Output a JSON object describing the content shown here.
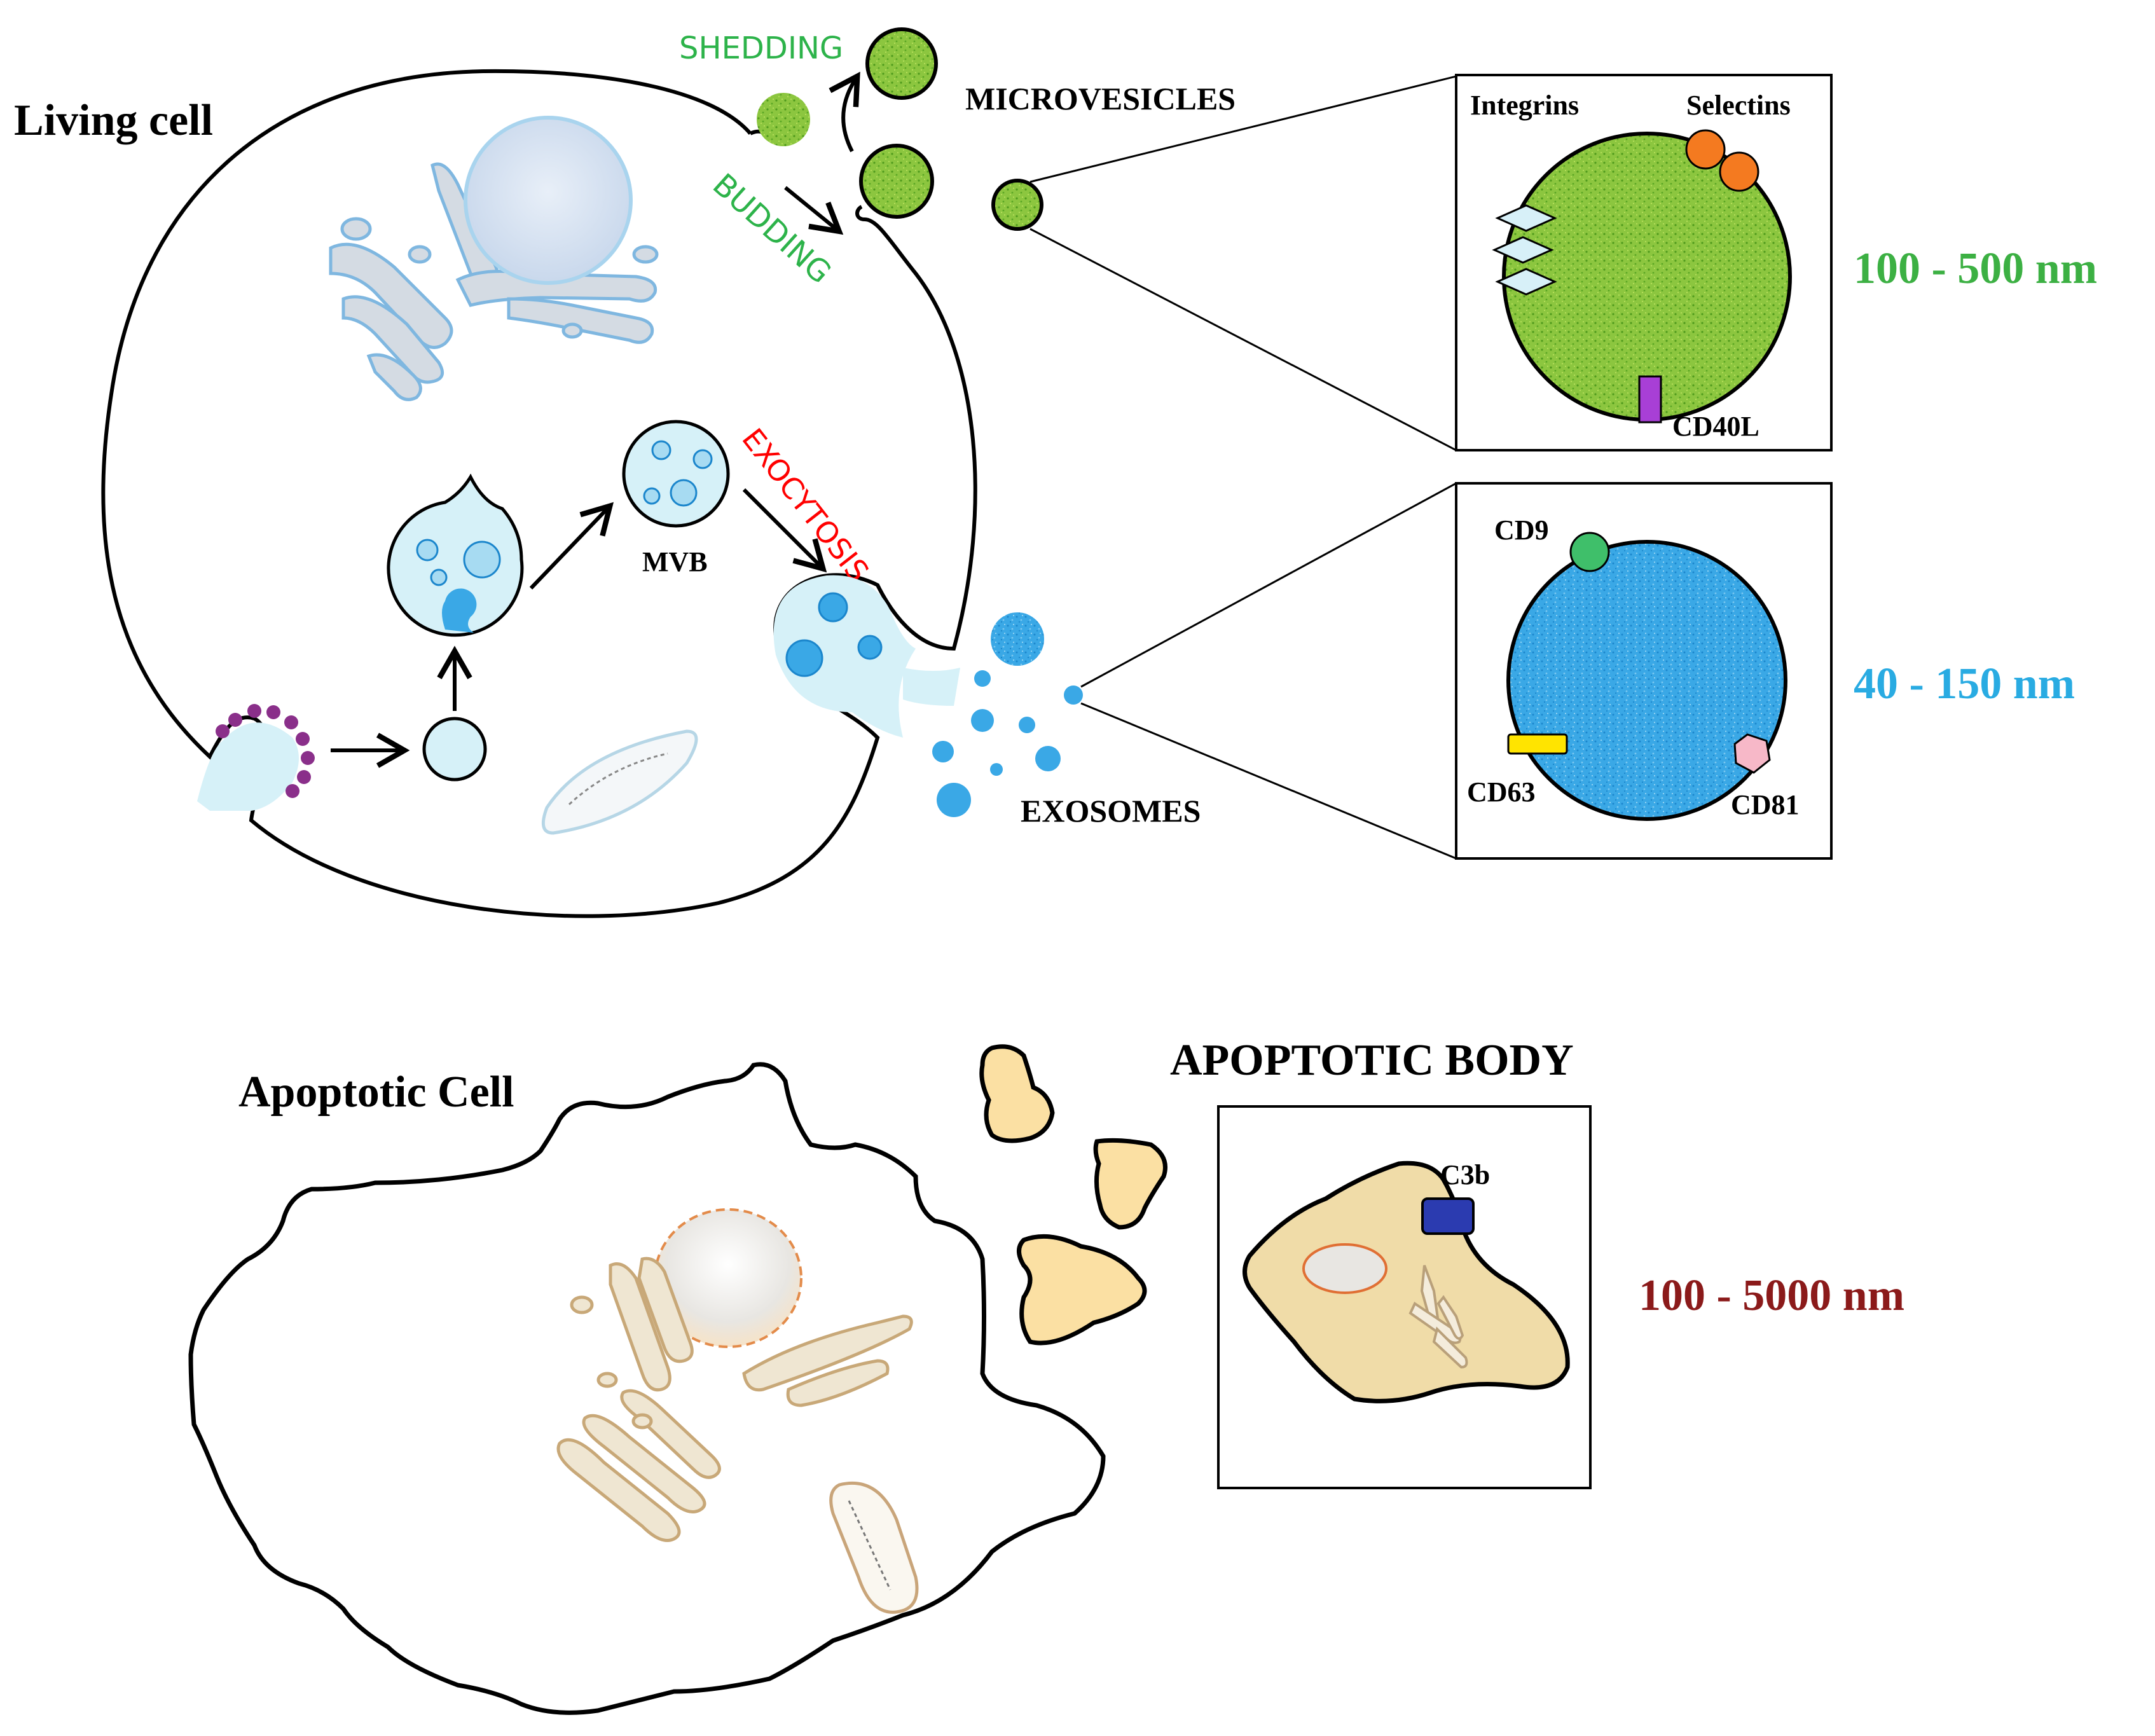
{
  "living_cell": {
    "title": "Living cell",
    "process_labels": {
      "shedding": "SHEDDING",
      "budding": "BUDDING",
      "exocytosis": "EXOCYTOSIS",
      "mvb": "MVB"
    },
    "microvesicles": {
      "label": "MICROVESICLES",
      "size": "100 - 500 nm",
      "markers": [
        "Integrins",
        "Selectins",
        "CD40L"
      ]
    },
    "exosomes": {
      "label": "EXOSOMES",
      "size": "40 - 150 nm",
      "markers": [
        "CD9",
        "CD63",
        "CD81"
      ]
    }
  },
  "apoptotic_cell": {
    "title": "Apoptotic Cell",
    "apoptotic_body": {
      "label": "APOPTOTIC BODY",
      "size": "100 - 5000 nm",
      "markers": [
        "C3b"
      ]
    }
  },
  "colors": {
    "microvesicle_green": "#8cc63f",
    "exosome_blue": "#3aa8e6",
    "vesicle_light": "#d6f1f8",
    "shedding_text": "#2db34a",
    "exocytosis_text": "#ff0000",
    "microvesicle_size_text": "#3cb043",
    "exosome_size_text": "#29abe2",
    "apoptotic_size_text": "#8b1a1a",
    "apoptotic_body_fill": "#f0dca8",
    "integrin": "#d7f0f8",
    "selectin": "#f47a20",
    "cd40l": "#a83fd6",
    "cd9": "#3fbf6a",
    "cd63": "#ffe400",
    "cd81": "#f7b8c8",
    "c3b": "#2b3bb0"
  },
  "icons": [
    "golgi-icon",
    "nucleus-icon",
    "mitochondrion-icon",
    "coated-pit-icon",
    "endosome-icon",
    "mvb-icon"
  ]
}
